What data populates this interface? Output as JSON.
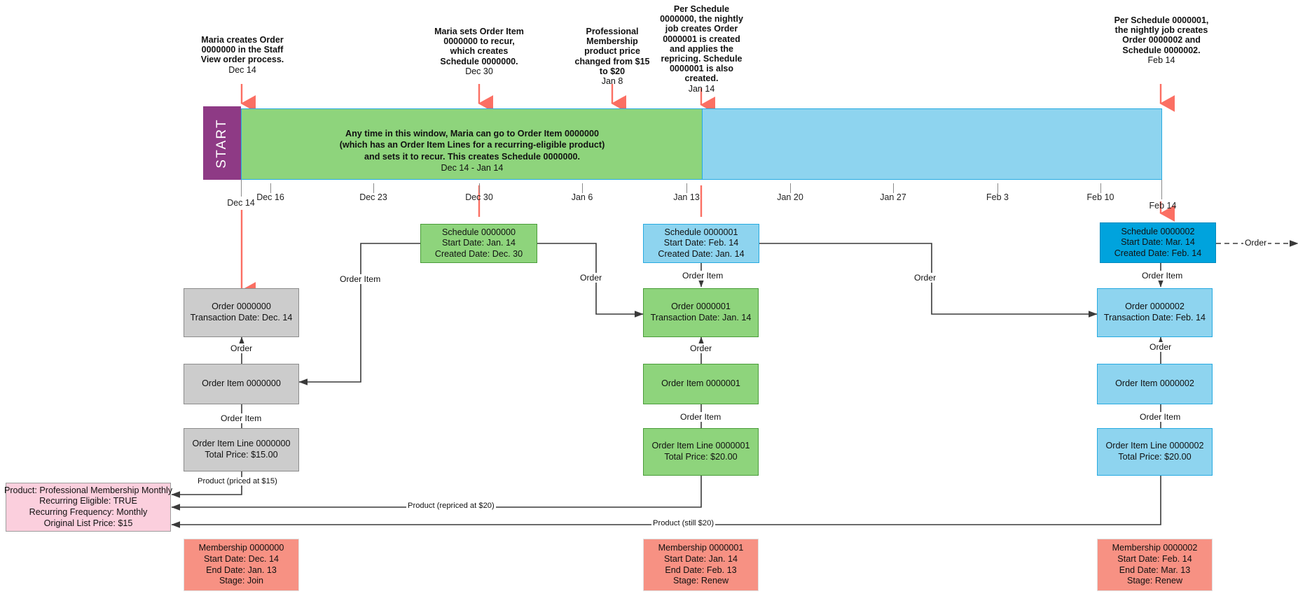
{
  "diagram": {
    "title": "Recurring order / membership lifecycle timeline",
    "colors": {
      "start_cap": "#8e3a85",
      "window_green": "#8ed47c",
      "window_blue": "#8ed4ef",
      "schedule_green": "#8ed47c",
      "schedule_lightblue": "#8ed4ef",
      "schedule_darkblue": "#00a3dd",
      "order_grey": "#cccccc",
      "product_pink": "#fbcfdd",
      "membership_salmon": "#f79183",
      "marker_red": "#fb6f63",
      "axis_grey": "#8a8a8a"
    }
  },
  "start_label": "START",
  "annotations": [
    {
      "id": "a1",
      "text": "Maria creates Order 0000000 in the Staff View order process.",
      "date": "Dec 14"
    },
    {
      "id": "a2",
      "text": "Maria sets Order Item 0000000 to recur, which creates Schedule 0000000.",
      "date": "Dec 30"
    },
    {
      "id": "a3",
      "text": "Professional Membership product price changed from $15 to $20",
      "date": "Jan 8"
    },
    {
      "id": "a4",
      "text": "Per Schedule 0000000, the nightly job creates Order 0000001 is created and applies the repricing. Schedule 0000001 is also created.",
      "date": "Jan 14"
    },
    {
      "id": "a5",
      "text": "Per Schedule 0000001, the nightly job creates Order 0000002 and Schedule 0000002.",
      "date": "Feb 14"
    }
  ],
  "window_note": {
    "line1": "Any time in this window, Maria can go to Order Item 0000000",
    "line2": "(which has an Order Item Lines for a recurring-eligible product)",
    "line3": "and sets it to recur. This creates Schedule 0000000.",
    "range": "Dec 14 - Jan 14"
  },
  "axis": {
    "start_label": "Dec 14",
    "end_label": "Feb 14",
    "ticks": [
      "Dec 16",
      "Dec 23",
      "Dec 30",
      "Jan 6",
      "Jan 13",
      "Jan 20",
      "Jan 27",
      "Feb 3",
      "Feb 10"
    ]
  },
  "schedules": [
    {
      "title": "Schedule 0000000",
      "start": "Start Date: Jan. 14",
      "created": "Created Date: Dec. 30"
    },
    {
      "title": "Schedule 0000001",
      "start": "Start Date: Feb. 14",
      "created": "Created Date: Jan. 14"
    },
    {
      "title": "Schedule 0000002",
      "start": "Start Date: Mar. 14",
      "created": "Created Date: Feb. 14"
    }
  ],
  "orders": [
    {
      "title": "Order 0000000",
      "txn": "Transaction Date: Dec. 14"
    },
    {
      "title": "Order 0000001",
      "txn": "Transaction Date: Jan. 14"
    },
    {
      "title": "Order 0000002",
      "txn": "Transaction Date: Feb. 14"
    }
  ],
  "order_items": [
    {
      "title": "Order Item 0000000"
    },
    {
      "title": "Order Item 0000001"
    },
    {
      "title": "Order Item 0000002"
    }
  ],
  "order_item_lines": [
    {
      "title": "Order Item Line  0000000",
      "price": "Total Price: $15.00"
    },
    {
      "title": "Order Item Line  0000001",
      "price": "Total Price: $20.00"
    },
    {
      "title": "Order Item Line  0000002",
      "price": "Total Price: $20.00"
    }
  ],
  "product": {
    "name": "Product: Professional Membership Monthly",
    "eligible": "Recurring Eligible: TRUE",
    "frequency": "Recurring Frequency: Monthly",
    "list_price": "Original List Price: $15"
  },
  "memberships": [
    {
      "title": "Membership 0000000",
      "start": "Start Date: Dec. 14",
      "end": "End Date: Jan. 13",
      "stage": "Stage: Join"
    },
    {
      "title": "Membership 0000001",
      "start": "Start Date: Jan. 14",
      "end": "End Date: Feb. 13",
      "stage": "Stage: Renew"
    },
    {
      "title": "Membership 0000002",
      "start": "Start Date: Feb. 14",
      "end": "End Date: Mar. 13",
      "stage": "Stage: Renew"
    }
  ],
  "edge_labels": {
    "order": "Order",
    "order_item": "Order Item",
    "product_15": "Product (priced at $15)",
    "product_20": "Product (repriced at $20)",
    "product_still_20": "Product (still $20)"
  }
}
